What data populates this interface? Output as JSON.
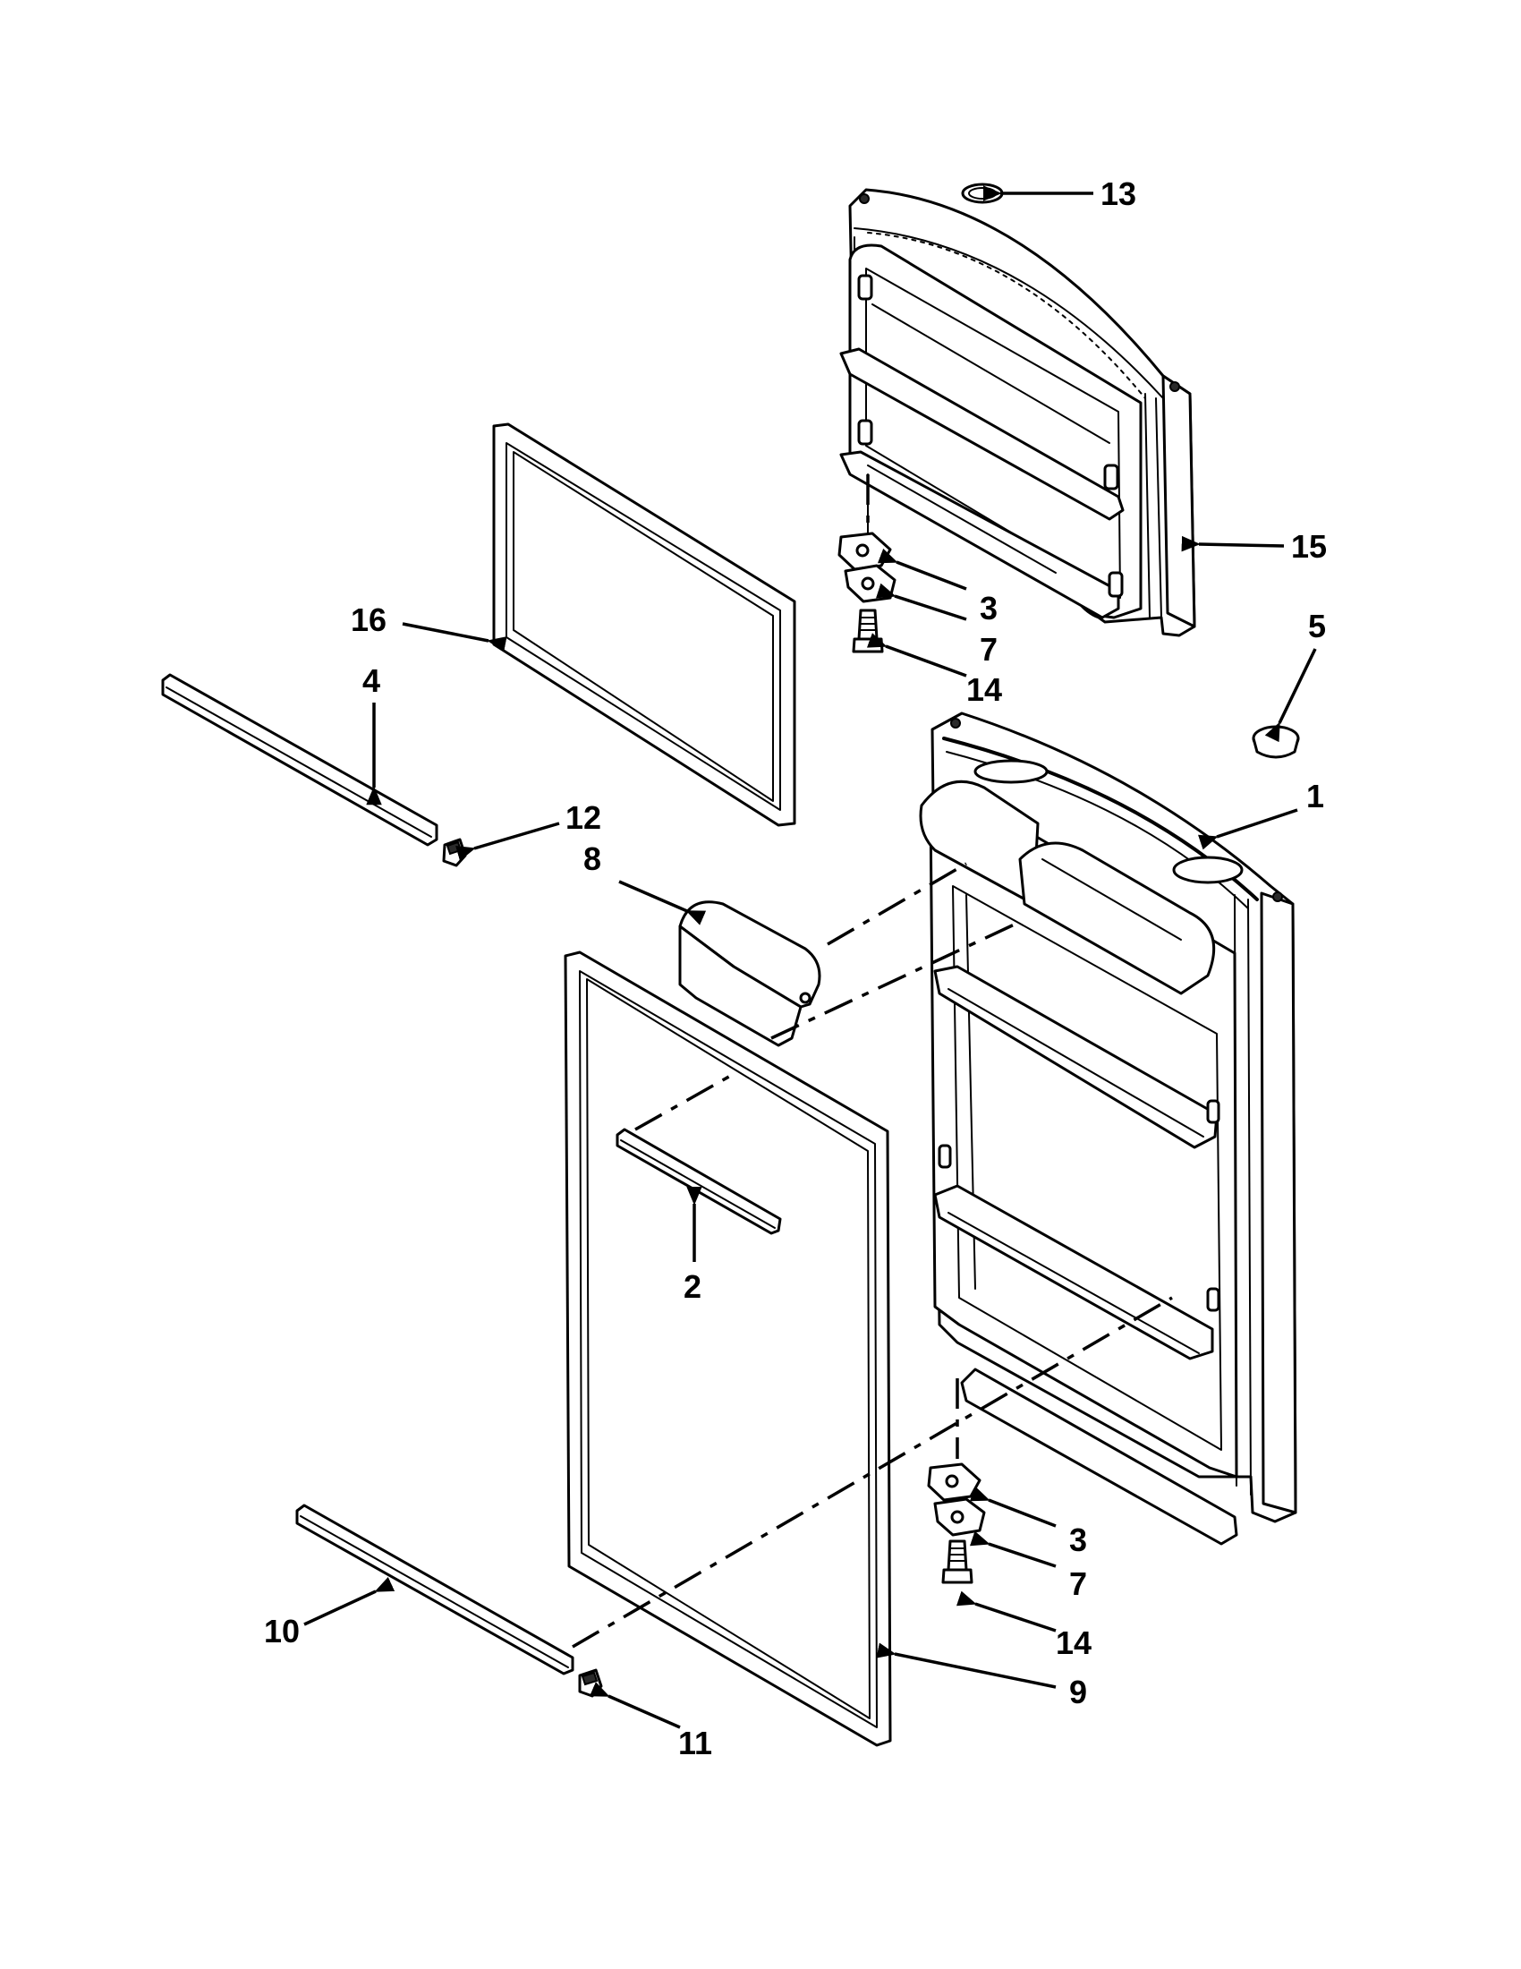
{
  "diagram": {
    "callouts": [
      {
        "key": "c13",
        "label": "13"
      },
      {
        "key": "c15",
        "label": "15"
      },
      {
        "key": "c3a",
        "label": "3"
      },
      {
        "key": "c7a",
        "label": "7"
      },
      {
        "key": "c14a",
        "label": "14"
      },
      {
        "key": "c5",
        "label": "5"
      },
      {
        "key": "c1",
        "label": "1"
      },
      {
        "key": "c16",
        "label": "16"
      },
      {
        "key": "c4",
        "label": "4"
      },
      {
        "key": "c12",
        "label": "12"
      },
      {
        "key": "c8",
        "label": "8"
      },
      {
        "key": "c2",
        "label": "2"
      },
      {
        "key": "c3b",
        "label": "3"
      },
      {
        "key": "c7b",
        "label": "7"
      },
      {
        "key": "c14b",
        "label": "14"
      },
      {
        "key": "c10",
        "label": "10"
      },
      {
        "key": "c9",
        "label": "9"
      },
      {
        "key": "c11",
        "label": "11"
      }
    ],
    "stroke_color": "#000000",
    "background": "#ffffff"
  }
}
